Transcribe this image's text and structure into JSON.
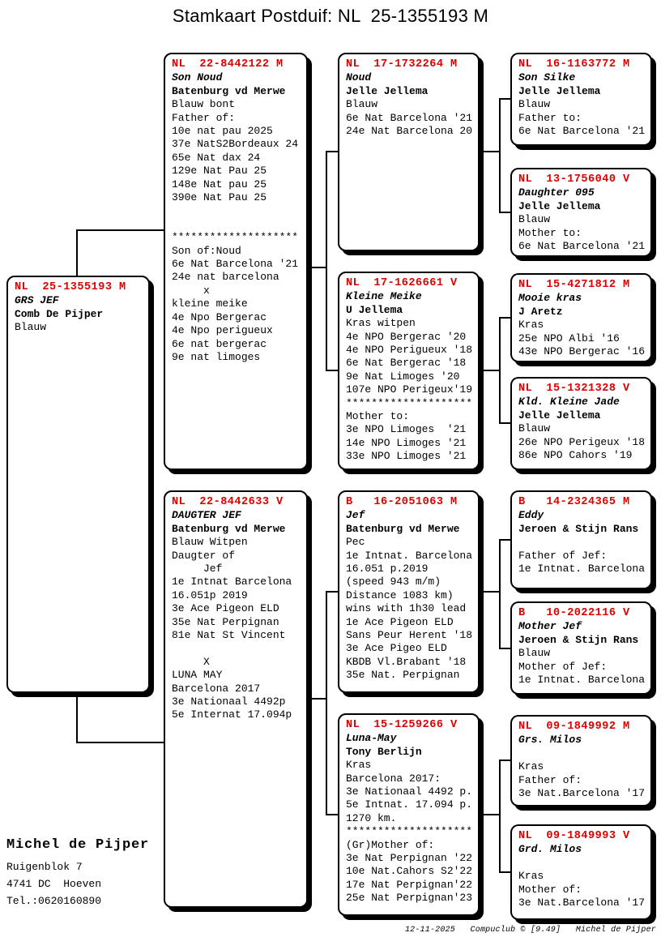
{
  "title": "Stamkaart Postduif: NL  25-1355193 M",
  "colors": {
    "ring_red": "#dd0000",
    "line_black": "#000000"
  },
  "boxes": [
    {
      "id": "subject",
      "ring": "NL  25-1355193 M",
      "name": "GRS JEF",
      "fancier": "Comb De Pijper",
      "lines": [
        "Blauw"
      ]
    },
    {
      "id": "sire",
      "ring": "NL  22-8442122 M",
      "name": "Son Noud",
      "fancier": "Batenburg vd Merwe",
      "lines": [
        "Blauw bont",
        "Father of:",
        "10e nat pau 2025",
        "37e NatS2Bordeaux 24",
        "65e Nat dax 24",
        "129e Nat Pau 25",
        "148e Nat pau 25",
        "390e Nat Pau 25",
        "",
        "",
        "********************",
        "Son of:Noud",
        "6e Nat Barcelona '21",
        "24e nat barcelona",
        "     x",
        "kleine meike",
        "4e Npo Bergerac",
        "4e Npo perigueux",
        "6e nat bergerac",
        "9e nat limoges"
      ]
    },
    {
      "id": "dam",
      "ring": "NL  22-8442633 V",
      "name": "DAUGTER JEF",
      "fancier": "Batenburg vd Merwe",
      "lines": [
        "Blauw Witpen",
        "Daugter of",
        "     Jef",
        "1e Intnat Barcelona",
        "16.051p 2019",
        "3e Ace Pigeon ELD",
        "35e Nat Perpignan",
        "81e Nat St Vincent",
        "",
        "     X",
        "LUNA MAY",
        "Barcelona 2017",
        "3e Nationaal 4492p",
        "5e Internat 17.094p"
      ]
    },
    {
      "id": "sire-sire",
      "ring": "NL  17-1732264 M",
      "name": "Noud",
      "fancier": "Jelle Jellema",
      "lines": [
        "Blauw",
        "6e Nat Barcelona '21",
        "24e Nat Barcelona 20"
      ]
    },
    {
      "id": "sire-dam",
      "ring": "NL  17-1626661 V",
      "name": "Kleine Meike",
      "fancier": "U Jellema",
      "lines": [
        "Kras witpen",
        "4e NPO Bergerac '20",
        "4e NPO Perigueux '18",
        "6e Nat Bergerac '18",
        "9e Nat Limoges '20",
        "107e NPO Perigeux'19",
        "********************",
        "Mother to:",
        "3e NPO Limoges  '21",
        "14e NPO Limoges '21",
        "33e NPO Limoges '21"
      ]
    },
    {
      "id": "dam-sire",
      "ring": "B   16-2051063 M",
      "name": "Jef",
      "fancier": "Batenburg vd Merwe",
      "lines": [
        "Pec",
        "1e Intnat. Barcelona",
        "16.051 p.2019",
        "(speed 943 m/m)",
        "Distance 1083 km)",
        "wins with 1h30 lead",
        "1e Ace Pigeon ELD",
        "Sans Peur Herent '18",
        "3e Ace Pigeo ELD",
        "KBDB Vl.Brabant '18",
        "35e Nat. Perpignan"
      ]
    },
    {
      "id": "dam-dam",
      "ring": "NL  15-1259266 V",
      "name": "Luna-May",
      "fancier": "Tony Berlijn",
      "lines": [
        "Kras",
        "Barcelona 2017:",
        "3e Nationaal 4492 p.",
        "5e Intnat. 17.094 p.",
        "1270 km.",
        "********************",
        "(Gr)Mother of:",
        "3e Nat Perpignan '22",
        "10e Nat.Cahors S2'22",
        "17e Nat Perpignan'22",
        "25e Nat Perpignan'23"
      ]
    },
    {
      "id": "sire-sire-sire",
      "ring": "NL  16-1163772 M",
      "name": "Son Silke",
      "fancier": "Jelle Jellema",
      "lines": [
        "Blauw",
        "Father to:",
        "6e Nat Barcelona '21"
      ]
    },
    {
      "id": "sire-sire-dam",
      "ring": "NL  13-1756040 V",
      "name": "Daughter 095",
      "fancier": "Jelle Jellema",
      "lines": [
        "Blauw",
        "Mother to:",
        "6e Nat Barcelona '21"
      ]
    },
    {
      "id": "sire-dam-sire",
      "ring": "NL  15-4271812 M",
      "name": "Mooie kras",
      "fancier": "J Aretz",
      "lines": [
        "Kras",
        "25e NPO Albi '16",
        "43e NPO Bergerac '16"
      ]
    },
    {
      "id": "sire-dam-dam",
      "ring": "NL  15-1321328 V",
      "name": "Kld. Kleine Jade",
      "fancier": "Jelle Jellema",
      "lines": [
        "Blauw",
        "26e NPO Perigeux '18",
        "86e NPO Cahors '19"
      ]
    },
    {
      "id": "dam-sire-sire",
      "ring": "B   14-2324365 M",
      "name": "Eddy",
      "fancier": "Jeroen & Stijn Rans",
      "lines": [
        "",
        "Father of Jef:",
        "1e Intnat. Barcelona"
      ]
    },
    {
      "id": "dam-sire-dam",
      "ring": "B   10-2022116 V",
      "name": "Mother Jef",
      "fancier": "Jeroen & Stijn Rans",
      "lines": [
        "Blauw",
        "Mother of Jef:",
        "1e Intnat. Barcelona"
      ]
    },
    {
      "id": "dam-dam-sire",
      "ring": "NL  09-1849992 M",
      "name": "Grs. Milos",
      "fancier": "",
      "lines": [
        "Kras",
        "Father of:",
        "3e Nat.Barcelona '17"
      ]
    },
    {
      "id": "dam-dam-dam",
      "ring": "NL  09-1849993 V",
      "name": "Grd. Milos",
      "fancier": "",
      "lines": [
        "Kras",
        "Mother of:",
        "3e Nat.Barcelona '17"
      ]
    }
  ],
  "owner": {
    "name": "Michel de Pijper",
    "address1": "Ruigenblok 7",
    "address2": "4741 DC  Hoeven",
    "phone": "Tel.:0620160890"
  },
  "footer": "12-11-2025   Compuclub © [9.49]   Michel de Pijper"
}
